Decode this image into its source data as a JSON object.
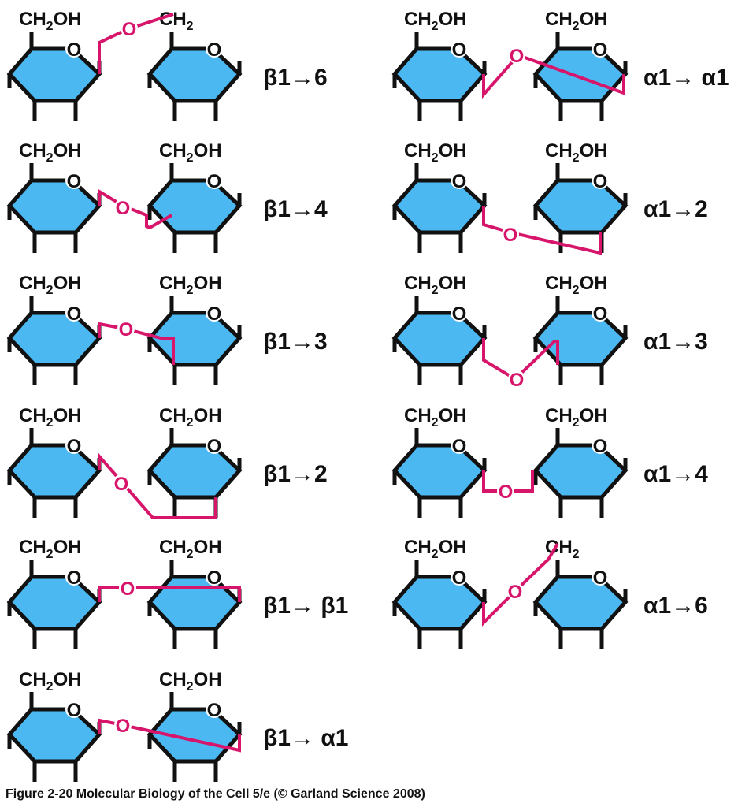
{
  "colors": {
    "ring_fill": "#4bb8f2",
    "linkage": "#d6156b",
    "outline": "#111111"
  },
  "ring_oxygen": "O",
  "link_oxygen": "O",
  "substituents": {
    "ch2oh": [
      "CH",
      "2",
      "OH"
    ],
    "ch2": [
      "CH",
      "2"
    ]
  },
  "linkages": [
    {
      "id": "b1-6",
      "label": "β1→6",
      "right_group": "ch2"
    },
    {
      "id": "b1-4",
      "label": "β1→4",
      "right_group": "ch2oh"
    },
    {
      "id": "b1-3",
      "label": "β1→3",
      "right_group": "ch2oh"
    },
    {
      "id": "b1-2",
      "label": "β1→2",
      "right_group": "ch2oh"
    },
    {
      "id": "b1-b1",
      "label": "β1→ β1",
      "right_group": "ch2oh"
    },
    {
      "id": "b1-a1",
      "label": "β1→ α1",
      "right_group": "ch2oh"
    },
    {
      "id": "a1-a1",
      "label": "α1→ α1",
      "right_group": "ch2oh"
    },
    {
      "id": "a1-2",
      "label": "α1→2",
      "right_group": "ch2oh"
    },
    {
      "id": "a1-3",
      "label": "α1→3",
      "right_group": "ch2oh"
    },
    {
      "id": "a1-4",
      "label": "α1→4",
      "right_group": "ch2oh"
    },
    {
      "id": "a1-6",
      "label": "α1→6",
      "right_group": "ch2"
    }
  ],
  "caption": "Figure 2-20  Molecular Biology of the Cell 5/e (© Garland Science 2008)"
}
